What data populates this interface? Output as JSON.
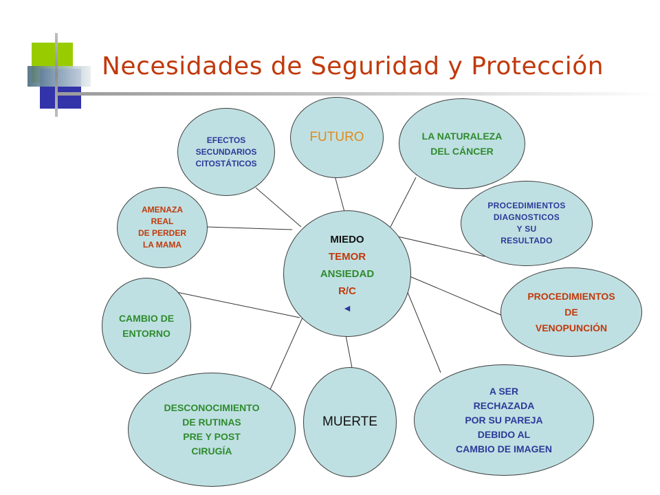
{
  "title": "Necesidades de Seguridad y Protección",
  "center": {
    "lines": [
      "MIEDO",
      "TEMOR",
      "ANSIEDAD",
      "R/C"
    ],
    "arrow": "◄"
  },
  "nodes": {
    "efectos": [
      "EFECTOS",
      "SECUNDARIOS",
      "CITOSTÁTICOS"
    ],
    "futuro": [
      "FUTURO"
    ],
    "naturaleza": [
      "LA NATURALEZA",
      "DEL CÁNCER"
    ],
    "amenaza": [
      "AMENAZA",
      "REAL",
      "DE PERDER",
      "LA MAMA"
    ],
    "diagnosticos": [
      "PROCEDIMIENTOS",
      "DIAGNOSTICOS",
      "Y SU",
      "RESULTADO"
    ],
    "entorno": [
      "CAMBIO DE",
      "ENTORNO"
    ],
    "venopuncion": [
      "PROCEDIMIENTOS",
      "DE",
      "VENOPUNCIÓN"
    ],
    "rutinas": [
      "DESCONOCIMIENTO",
      "DE RUTINAS",
      "PRE Y POST",
      "CIRUGÍA"
    ],
    "muerte": [
      "MUERTE"
    ],
    "rechazada": [
      "A SER",
      "RECHAZADA",
      "POR SU PAREJA",
      "DEBIDO AL",
      "CAMBIO DE IMAGEN"
    ]
  },
  "colors": {
    "title": "#c0390b",
    "node_fill": "#bfe0e2",
    "green_deco": "#99cc00",
    "blue_deco": "#3333aa"
  }
}
